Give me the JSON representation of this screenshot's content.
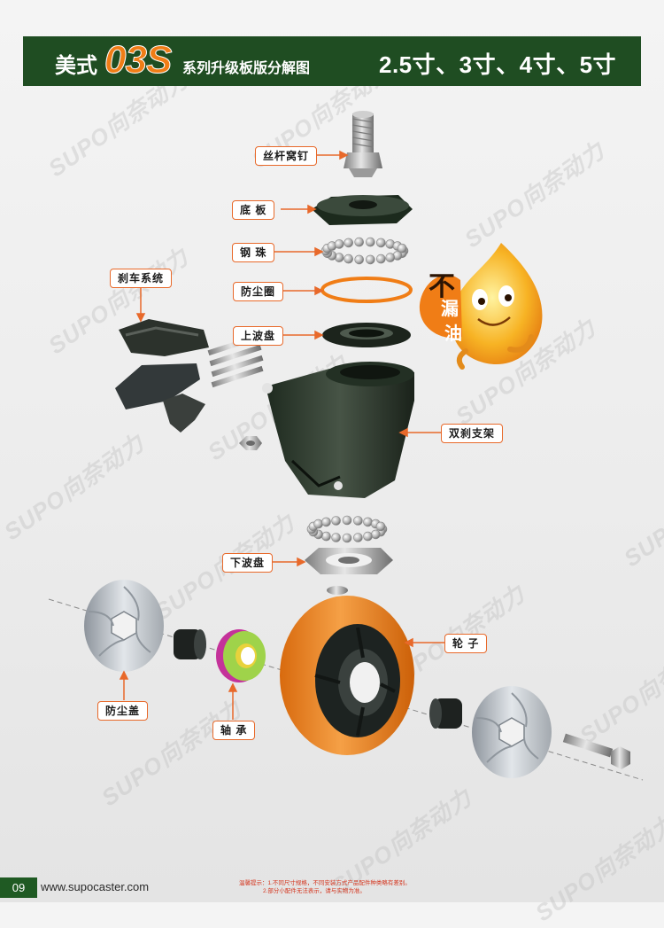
{
  "header": {
    "prefix": "美式",
    "model": "03S",
    "subtitle": "系列升级板版分解图",
    "sizes": "2.5寸、3寸、4寸、5寸"
  },
  "parts": {
    "screw_stem": "丝杆窝钉",
    "base_plate": "底 板",
    "steel_balls": "钢 珠",
    "dust_ring": "防尘圈",
    "upper_race": "上波盘",
    "brake_system": "刹车系统",
    "double_brake_bracket": "双刹支架",
    "lower_race": "下波盘",
    "wheel": "轮 子",
    "dust_cover": "防尘盖",
    "bearing": "轴 承"
  },
  "badge": {
    "line1": "不",
    "line2": "漏",
    "line3": "油"
  },
  "watermark": {
    "brand": "SUPO向奈动力"
  },
  "footer": {
    "page_number": "09",
    "website": "www.supocaster.com",
    "note_line1": "温馨提示：1.不同尺寸规格，不同安装方式产品配件种类略有差别。",
    "note_line2": "2.部分小配件无法表示，请与实物为准。"
  },
  "colors": {
    "header_bg": "#1f4d22",
    "accent_orange": "#f07d16",
    "callout_border": "#e8692a",
    "note_red": "#d4351e"
  }
}
